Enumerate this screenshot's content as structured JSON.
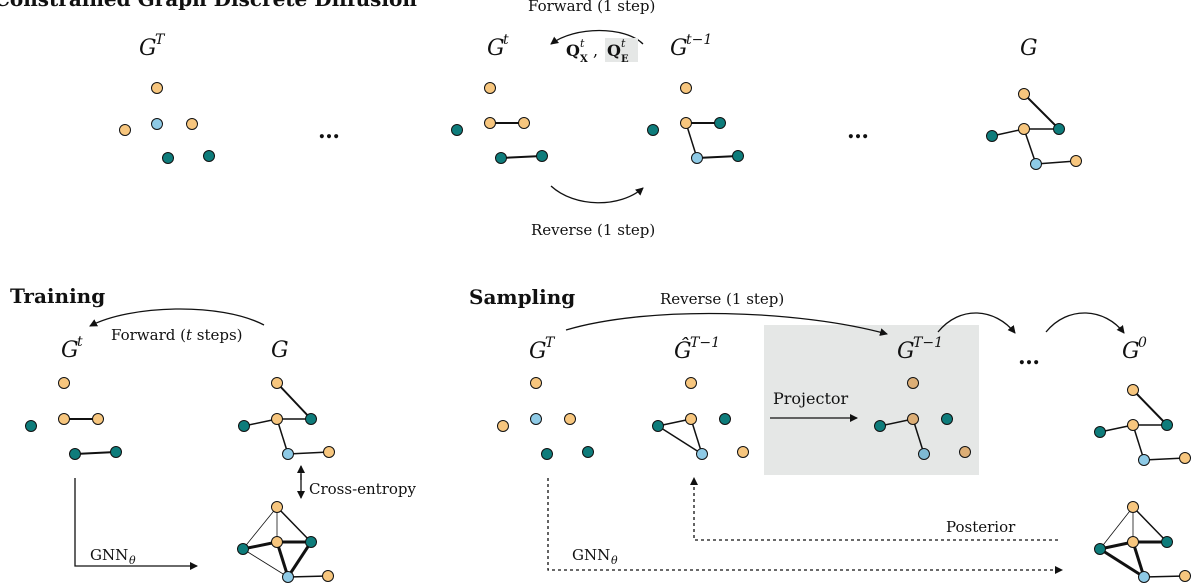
{
  "titles": {
    "top": "Constrained Graph Discrete Diffusion",
    "training": "Training",
    "sampling": "Sampling"
  },
  "top_labels": {
    "forward": "Forward (1 step)",
    "reverse": "Reverse (1 step)",
    "q_x": "Q",
    "q_x_sup": "t",
    "q_x_sub": "X",
    "q_e": "Q",
    "q_e_sup": "t",
    "q_e_sub": "E",
    "comma": ",",
    "dots1": "…",
    "dots2": "…"
  },
  "graph_labels": {
    "top_gT": {
      "base": "G",
      "sup": "T"
    },
    "top_gt": {
      "base": "G",
      "sup": "t"
    },
    "top_gt1": {
      "base": "G",
      "sup": "t−1"
    },
    "top_g": {
      "base": "G",
      "sup": ""
    },
    "train_gt": {
      "base": "G",
      "sup": "t"
    },
    "train_g": {
      "base": "G",
      "sup": ""
    },
    "samp_gT": {
      "base": "G",
      "sup": "T"
    },
    "samp_ghat": {
      "base": "Ĝ",
      "sup": "T−1"
    },
    "samp_gT1": {
      "base": "G",
      "sup": "T−1"
    },
    "samp_g0": {
      "base": "G",
      "sup": "0"
    }
  },
  "training_labels": {
    "forward": "Forward (",
    "forward_t": "t",
    "forward_end": " steps)",
    "cross_entropy": "Cross-entropy",
    "gnn": "GNN",
    "gnn_sub": "θ"
  },
  "sampling_labels": {
    "reverse": "Reverse (1 step)",
    "projector": "Projector",
    "posterior": "Posterior",
    "gnn": "GNN",
    "gnn_sub": "θ",
    "dots": "…"
  },
  "colors": {
    "orange": "#f7c67e",
    "light_blue": "#8ecae6",
    "teal": "#0e7c7b",
    "highlight": "#e5e7e6",
    "line": "#111111"
  }
}
